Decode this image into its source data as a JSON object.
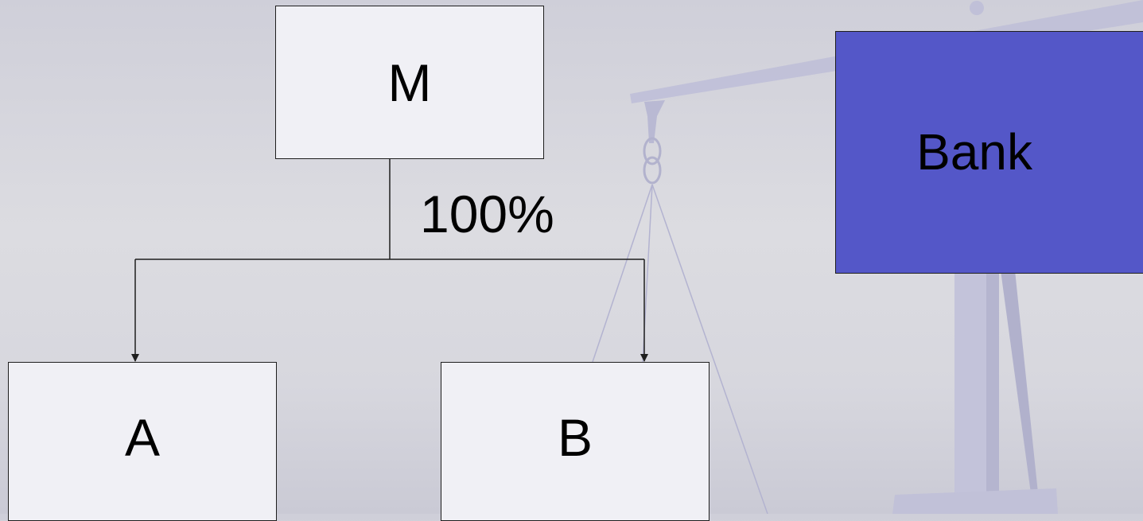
{
  "entities": {
    "parent": "M",
    "left_child": "A",
    "right_child": "B",
    "bank": "Bank"
  },
  "ownership": "100%",
  "colors": {
    "box_fill": "#f0f0f5",
    "bank_fill": "#5457c8",
    "lines": "#1e1e1e",
    "scale": "#bdbdd6"
  },
  "background_art": "balance-scale"
}
